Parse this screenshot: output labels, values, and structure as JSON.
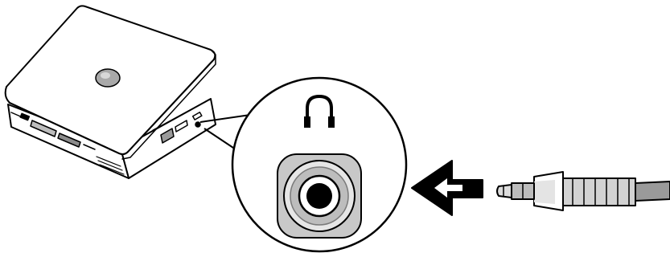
{
  "figure": {
    "background_color": "#ffffff",
    "line_color": "#000000",
    "surface_color": "#ffffff",
    "shade_light": "#dcdcdc",
    "shade_mid": "#b4b4b4",
    "shade_dark": "#7a7a7a",
    "elements": [
      {
        "name": "laptop",
        "icon": "laptop-icon"
      },
      {
        "name": "callout-magnifier",
        "icon": "magnifier-circle"
      },
      {
        "name": "headphone-symbol",
        "icon": "headphones-icon"
      },
      {
        "name": "audio-jack",
        "icon": "audio-port-icon"
      },
      {
        "name": "insert-arrow",
        "icon": "arrow-left-icon"
      },
      {
        "name": "audio-plug",
        "icon": "audio-plug-icon"
      }
    ]
  }
}
